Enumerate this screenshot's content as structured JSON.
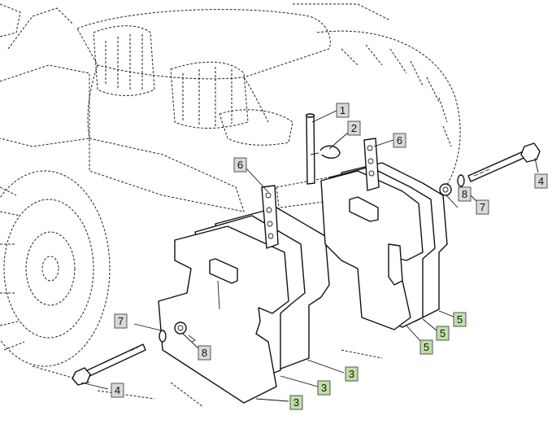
{
  "colors": {
    "background": "#ffffff",
    "line": "#111111",
    "callout_gray": "#d9d9d9",
    "callout_green": "#bfe0a8"
  },
  "callouts": {
    "c1": "1",
    "c2": "2",
    "c6a": "6",
    "c6b": "6",
    "c4a": "4",
    "c8a": "8",
    "c7a": "7",
    "c5a": "5",
    "c5b": "5",
    "c5c": "5",
    "c7b": "7",
    "c8b": "8",
    "c4b": "4",
    "c3a": "3",
    "c3b": "3",
    "c3c": "3"
  }
}
